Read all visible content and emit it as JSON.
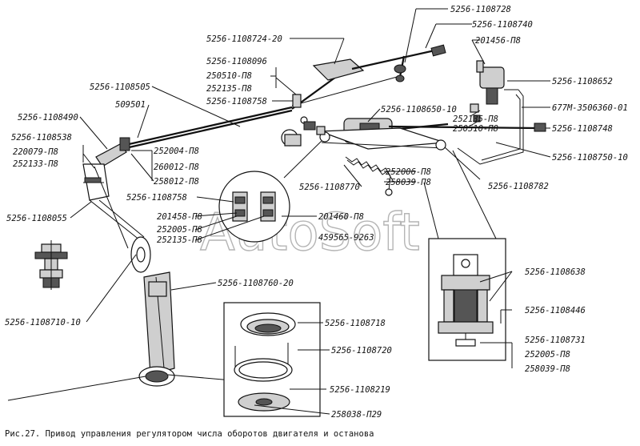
{
  "caption": "Рис.27. Привод управления регулятором числа оборотов двигателя и останова",
  "watermark": "AutoSoft",
  "labels": {
    "l01": "5256-1108728",
    "l02": "5256-1108740",
    "l03": "201456-П8",
    "l04": "5256-1108724-20",
    "l05": "5256-1108096",
    "l06": "250510-П8",
    "l07": "252135-П8",
    "l08": "5256-1108758",
    "l09": "5256-1108505",
    "l10": "509501",
    "l11": "5256-1108490",
    "l12": "5256-1108538",
    "l13": "220079-П8",
    "l14": "252133-П8",
    "l15": "5256-1108650-10",
    "l16": "5256-1108652",
    "l17": "677М-3506360-01",
    "l18": "252135-П8",
    "l19": "250510-П8",
    "l20": "5256-1108748",
    "l21": "5256-1108750-10",
    "l22": "252004-П8",
    "l23": "260012-П8",
    "l24": "258012-П8",
    "l25": "252006-П8",
    "l26": "258039-П8",
    "l27": "5256-1108770",
    "l28": "5256-1108782",
    "l29": "5256-1108758",
    "l30": "201458-П8",
    "l31": "252005-П8",
    "l32": "252135-П8",
    "l33": "201460-П8",
    "l34": "459565-9263",
    "l35": "5256-1108055",
    "l36": "5256-1108638",
    "l37": "5256-1108446",
    "l38": "5256-1108760-20",
    "l39": "5256-1108710-10",
    "l40": "5256-1108718",
    "l41": "5256-1108720",
    "l42": "5256-1108219",
    "l43": "258038-П29",
    "l44": "5256-1108731",
    "l45": "252005-П8",
    "l46": "258039-П8"
  }
}
